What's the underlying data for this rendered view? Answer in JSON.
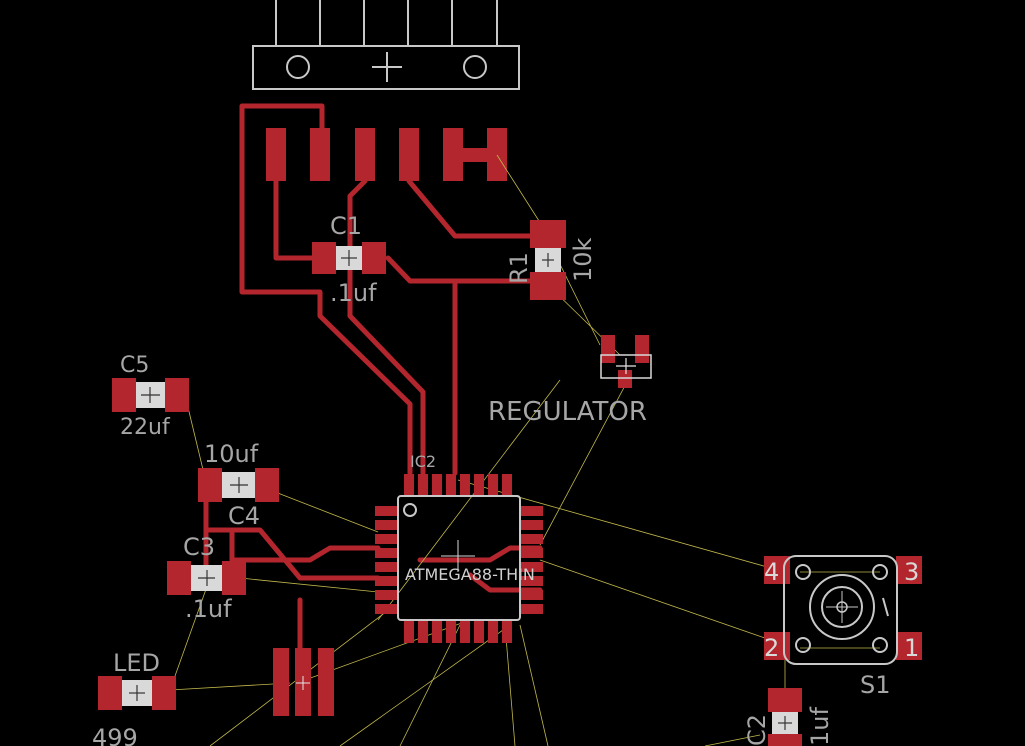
{
  "components": {
    "c1": {
      "name": "C1",
      "value": ".1uf"
    },
    "r1": {
      "name": "R1",
      "value": "10k"
    },
    "regulator": {
      "name": "REGULATOR"
    },
    "c5": {
      "name": "C5",
      "value": "22uf"
    },
    "c4": {
      "name": "C4",
      "value": "10uf"
    },
    "c3": {
      "name": "C3",
      "value": ".1uf"
    },
    "ic2": {
      "name": "IC2",
      "value": "ATMEGA88-THIN"
    },
    "led": {
      "name": "LED",
      "value": "499"
    },
    "s1": {
      "name": "S1",
      "pins": [
        "4",
        "3",
        "2",
        "1"
      ]
    },
    "c2": {
      "name": "C2",
      "value": "1uf"
    }
  },
  "colors": {
    "background": "#000000",
    "copper": "#b3262d",
    "silkscreen": "#a6a6a6",
    "airwire": "#c2b84a"
  }
}
